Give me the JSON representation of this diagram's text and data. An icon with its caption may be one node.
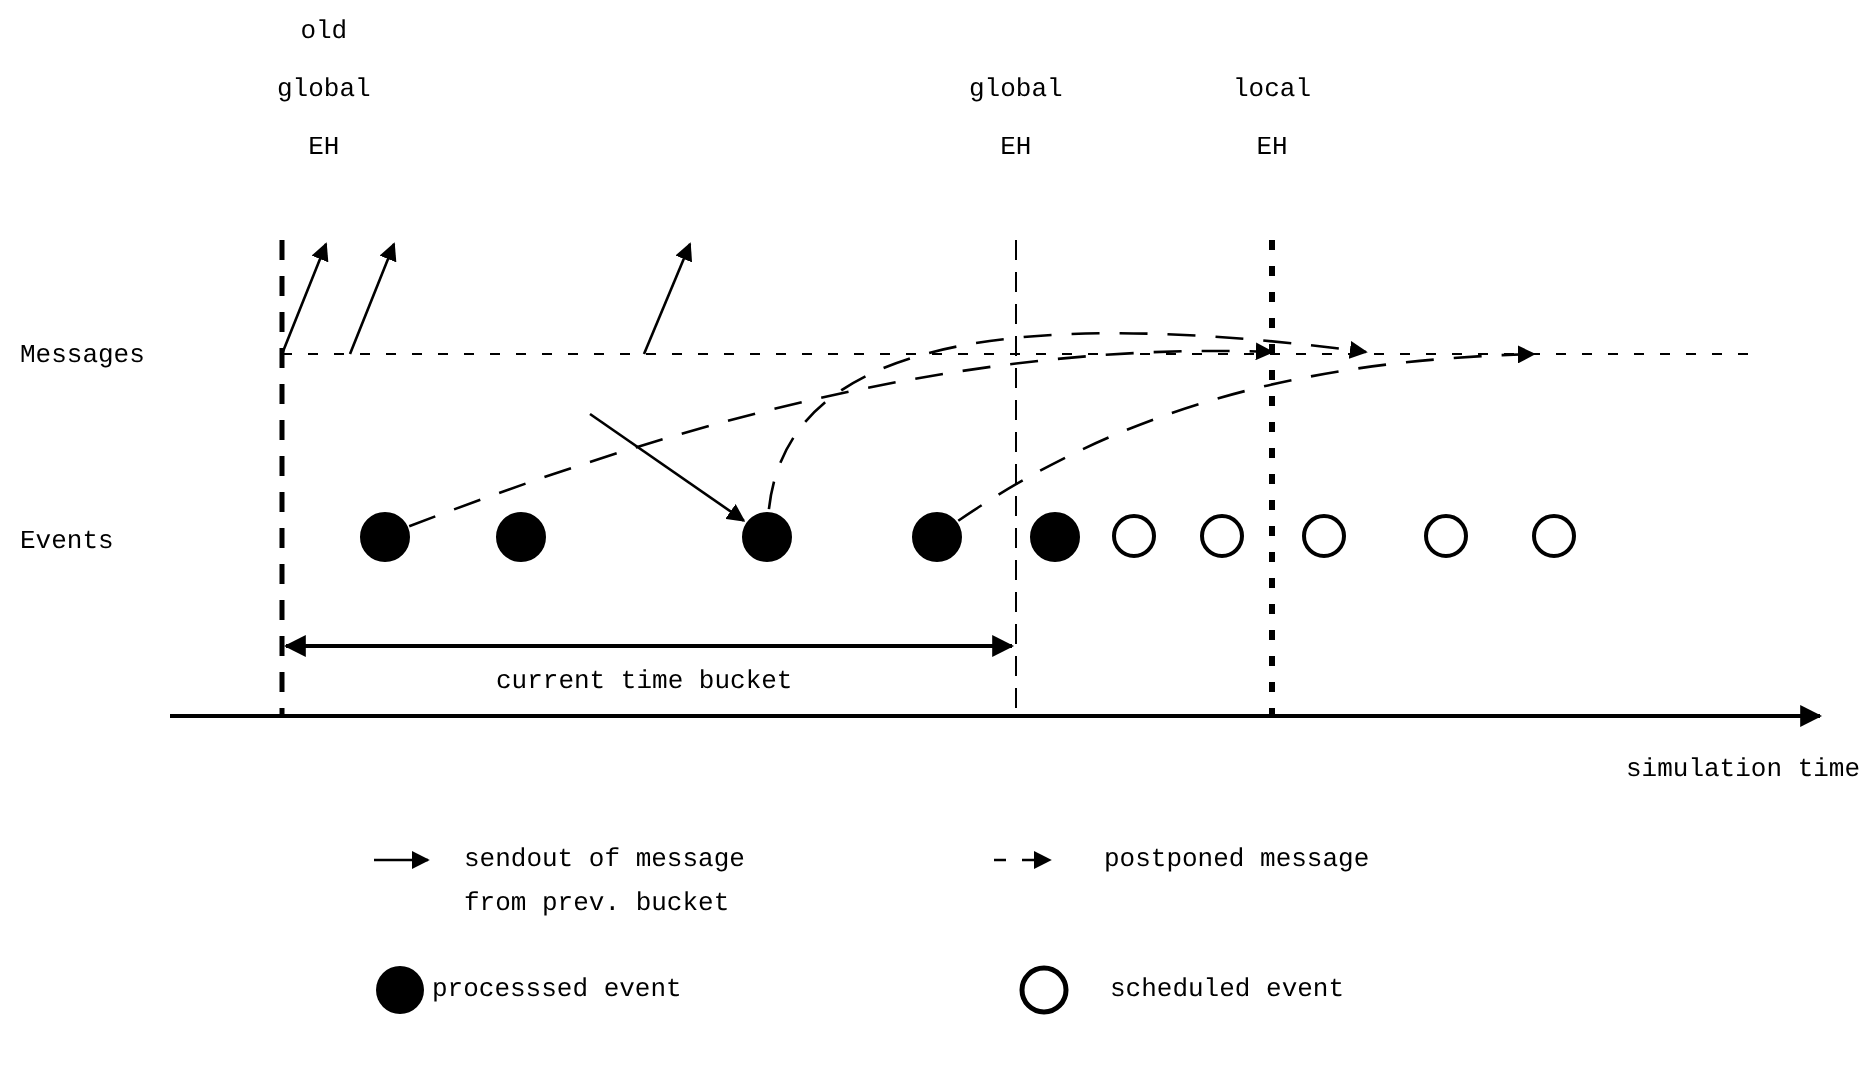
{
  "diagram": {
    "nodes": [
      {
        "text": [],
        "shape": "dot"
      },
      {
        "text": [],
        "shape": "dot"
      },
      {
        "text": [],
        "shape": "dot"
      },
      {
        "text": [],
        "shape": "dot"
      },
      {
        "text": [],
        "shape": "dot"
      },
      {
        "text": [],
        "shape": "circle"
      },
      {
        "text": [],
        "shape": "circle"
      },
      {
        "text": [],
        "shape": "circle"
      },
      {
        "text": [],
        "shape": "circle"
      },
      {
        "text": [],
        "shape": "circle"
      }
    ],
    "edges": [
      {
        "from": null,
        "to": 2,
        "arrow": "to"
      },
      {
        "from": 0,
        "to": null,
        "arrow": "to",
        "style": "dashed"
      },
      {
        "from": 2,
        "to": null,
        "arrow": "to",
        "style": "dashed"
      },
      {
        "from": 3,
        "to": null,
        "arrow": "to",
        "style": "dashed"
      }
    ],
    "labels": [
      "old global EH",
      "global EH",
      "local EH",
      "Messages",
      "Events",
      "current time bucket",
      "simulation time"
    ],
    "legend": [
      {
        "text": "sendout of message from prev. bucket"
      },
      {
        "text": "postponed message"
      },
      {
        "text": "processsed event"
      },
      {
        "text": "scheduled event"
      }
    ]
  }
}
